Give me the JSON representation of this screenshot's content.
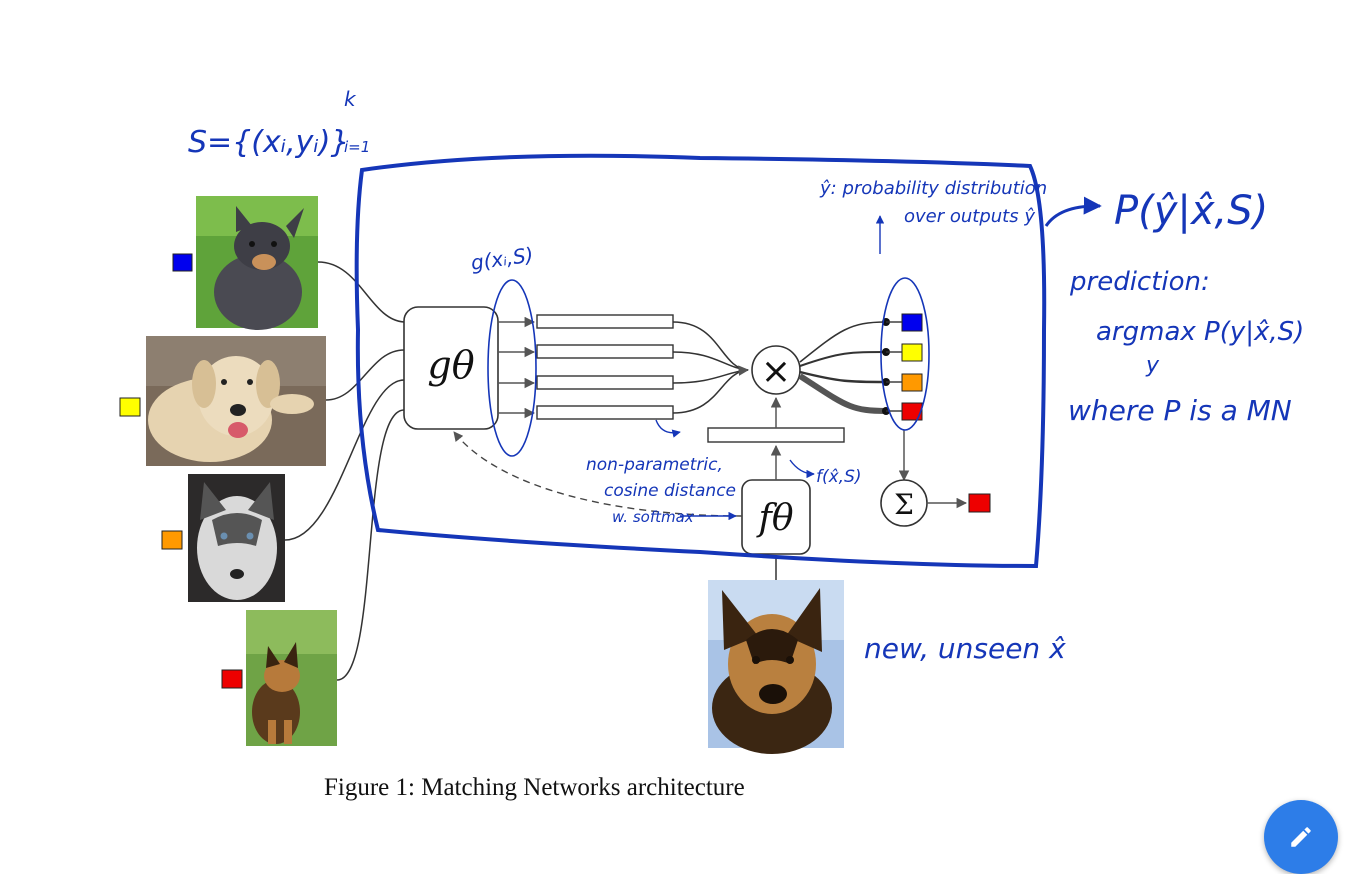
{
  "caption": "Figure 1: Matching Networks architecture",
  "math": {
    "g_theta": "gθ",
    "f_theta": "fθ",
    "multiply": "×",
    "sum": "Σ"
  },
  "annotations": {
    "support_set": "S={(xᵢ,yᵢ)}",
    "support_set_sup": "k",
    "support_set_sub": "i=1",
    "g_embedding": "g(xᵢ,S)",
    "prob_line1": "ŷ: probability distribution",
    "prob_line2": "over outputs ŷ",
    "posterior": "P(ŷ|x̂,S)",
    "prediction": "prediction:",
    "argmax": "argmax P(y|x̂,S)",
    "argmax_sub": "y",
    "where": "where P is a MN",
    "nonparam_1": "non-parametric,",
    "nonparam_2": "cosine distance",
    "nonparam_3": "w. softmax",
    "f_embedding": "f(x̂,S)",
    "new_unseen": "new, unseen x̂"
  },
  "colors": {
    "ink_blue": "#1536b8",
    "label_blue": "#0000ee",
    "label_yellow": "#ffff00",
    "label_orange": "#ff9900",
    "label_red": "#ee0000",
    "fab": "#2d7de8"
  },
  "support_images": [
    {
      "name": "chihuahua-photo",
      "label_color": "#0000ee"
    },
    {
      "name": "labrador-photo",
      "label_color": "#ffff00"
    },
    {
      "name": "husky-photo",
      "label_color": "#ff9900"
    },
    {
      "name": "german-shepherd-photo",
      "label_color": "#ee0000"
    }
  ],
  "query_image": {
    "name": "german-shepherd-query-photo"
  },
  "fab": {
    "icon": "pencil-icon"
  }
}
